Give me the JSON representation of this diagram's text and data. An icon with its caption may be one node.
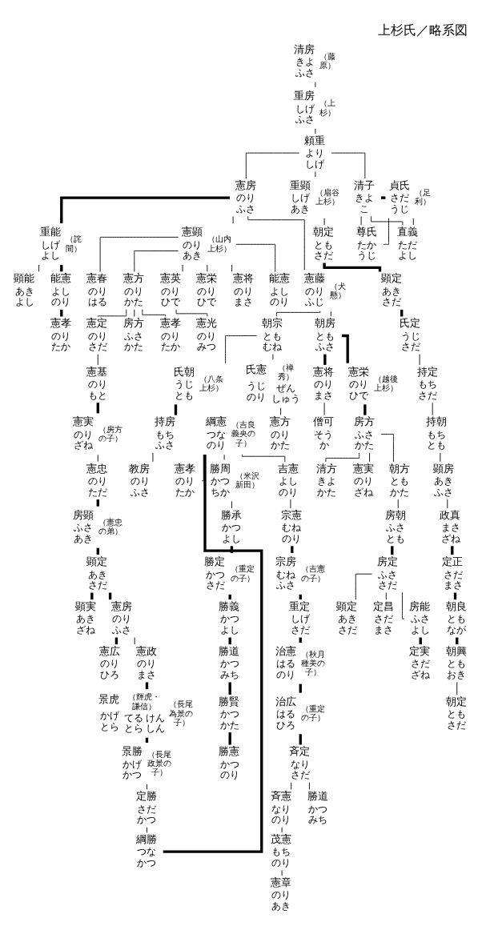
{
  "diagram": {
    "title": "上杉氏／略系図",
    "nodes": [
      {
        "text": [
          "清房",
          "きよふさ"
        ],
        "beside": [
          "（藤原）"
        ]
      },
      {
        "text": [
          "重房",
          "しげふさ"
        ],
        "beside": [
          "（上杉）"
        ]
      },
      {
        "text": [
          "頼重",
          "よりしげ"
        ]
      },
      {
        "text": [
          "重顕",
          "しげあき"
        ],
        "beside": [
          "（扇谷上杉）"
        ]
      },
      {
        "text": [
          "朝定",
          "ともさだ"
        ]
      },
      {
        "text": [
          "顕定",
          "あきさだ"
        ]
      },
      {
        "text": [
          "氏定",
          "うじさだ"
        ]
      },
      {
        "text": [
          "持定",
          "もちさだ"
        ]
      },
      {
        "text": [
          "持朝",
          "もちとも"
        ]
      },
      {
        "text": [
          "顕房",
          "あきふさ"
        ]
      },
      {
        "text": [
          "政真",
          "まさざね"
        ]
      },
      {
        "text": [
          "定正",
          "さだまさ"
        ]
      },
      {
        "text": [
          "朝良",
          "ともなが"
        ]
      },
      {
        "text": [
          "朝興",
          "ともおき"
        ]
      },
      {
        "text": [
          "朝定",
          "ともさだ"
        ]
      },
      {
        "text": [
          "憲房",
          "のりふさ"
        ]
      },
      {
        "text": [
          "憲顕",
          "のりあき"
        ],
        "beside": [
          "（山内上杉）"
        ]
      },
      {
        "text": [
          "憲将",
          "のりまさ"
        ]
      },
      {
        "text": [
          "能憲",
          "よしのり"
        ]
      },
      {
        "text": [
          "憲春",
          "のりはる"
        ]
      },
      {
        "text": [
          "憲方",
          "のりかた"
        ]
      },
      {
        "text": [
          "憲英",
          "のりひで"
        ]
      },
      {
        "text": [
          "憲栄",
          "のりひで"
        ]
      },
      {
        "text": [
          "憲光",
          "のりみつ"
        ]
      },
      {
        "text": [
          "憲定",
          "のりさだ"
        ]
      },
      {
        "text": [
          "房方",
          "ふさかた"
        ]
      },
      {
        "text": [
          "憲孝",
          "のりたか"
        ]
      },
      {
        "text": [
          "憲基",
          "のりもと"
        ]
      },
      {
        "text": [
          "憲実",
          "のりざね"
        ],
        "beside": [
          "（房方の子）"
        ]
      },
      {
        "text": [
          "憲忠",
          "のりただ"
        ]
      },
      {
        "text": [
          "房顕",
          "ふさあき"
        ],
        "beside": [
          "（憲忠の弟）"
        ]
      },
      {
        "text": [
          "顕定",
          "あきさだ"
        ]
      },
      {
        "text": [
          "憲房",
          "のりふさ"
        ]
      },
      {
        "text": [
          "顕実",
          "あきざね"
        ]
      },
      {
        "text": [
          "憲政",
          "のりまさ"
        ]
      },
      {
        "text": [
          "憲広",
          "のりひろ"
        ]
      },
      {
        "text": [
          "景虎",
          "かげとら",
          "（輝虎・謙信）",
          "てるとら",
          "けんしん"
        ],
        "beside": [
          "（長尾為景の子）"
        ]
      },
      {
        "text": [
          "景勝",
          "かげかつ"
        ],
        "beside": [
          "（長尾政景の子）"
        ]
      },
      {
        "text": [
          "定勝",
          "さだかつ"
        ]
      },
      {
        "text": [
          "綱勝",
          "つなかつ"
        ]
      },
      {
        "text": [
          "綱憲",
          "つなのり"
        ],
        "beside": [
          "（吉良義央の子）"
        ]
      },
      {
        "text": [
          "吉憲",
          "よしのり"
        ]
      },
      {
        "text": [
          "憲孝",
          "のりたか"
        ]
      },
      {
        "text": [
          "勝周",
          "かつちか"
        ],
        "beside": [
          "（米沢新田）"
        ]
      },
      {
        "text": [
          "宗憲",
          "むねのり"
        ]
      },
      {
        "text": [
          "宗房",
          "むねふさ"
        ],
        "beside": [
          "（吉憲の子）"
        ]
      },
      {
        "text": [
          "重定",
          "しげさだ"
        ]
      },
      {
        "text": [
          "治憲",
          "はるのり"
        ],
        "beside": [
          "（秋月種美の子）"
        ]
      },
      {
        "text": [
          "治広",
          "はるひろ"
        ],
        "beside": [
          "（重定の子）"
        ]
      },
      {
        "text": [
          "斉定",
          "なりさだ"
        ]
      },
      {
        "text": [
          "斉憲",
          "なりのり"
        ]
      },
      {
        "text": [
          "勝道",
          "かつみち"
        ]
      },
      {
        "text": [
          "茂憲",
          "もちのり"
        ]
      },
      {
        "text": [
          "憲章",
          "のりあき"
        ]
      },
      {
        "text": [
          "勝承",
          "かつよし"
        ]
      },
      {
        "text": [
          "勝定",
          "かつさだ"
        ],
        "beside": [
          "（重定の子）"
        ]
      },
      {
        "text": [
          "勝義",
          "かつよし"
        ]
      },
      {
        "text": [
          "勝道",
          "かつみち"
        ]
      },
      {
        "text": [
          "勝賢",
          "かつかた"
        ]
      },
      {
        "text": [
          "勝憲",
          "かつのり"
        ]
      },
      {
        "text": [
          "憲藤",
          "のりふじ"
        ],
        "beside": [
          "（犬懸）"
        ]
      },
      {
        "text": [
          "朝房",
          "ともふさ"
        ]
      },
      {
        "text": [
          "朝宗",
          "ともむね"
        ]
      },
      {
        "text": [
          "憲将",
          "のりまさ"
        ]
      },
      {
        "text": [
          "憲栄",
          "のりひで"
        ],
        "beside": [
          "（越後上杉）"
        ]
      },
      {
        "text": [
          "僧可",
          "そうか"
        ]
      },
      {
        "text": [
          "房方",
          "ふさかた"
        ]
      },
      {
        "text": [
          "清方",
          "きよかた"
        ]
      },
      {
        "text": [
          "憲実",
          "のりざね"
        ]
      },
      {
        "text": [
          "朝方",
          "ともかた"
        ]
      },
      {
        "text": [
          "房朝",
          "ふさとも"
        ]
      },
      {
        "text": [
          "房定",
          "ふささだ"
        ]
      },
      {
        "text": [
          "房能",
          "ふさよし"
        ]
      },
      {
        "text": [
          "顕定",
          "あきさだ"
        ]
      },
      {
        "text": [
          "定昌",
          "さだまさ"
        ]
      },
      {
        "text": [
          "定実",
          "さだざね"
        ]
      },
      {
        "text": [
          "氏朝",
          "うじとも"
        ],
        "beside": [
          "（八条上杉）"
        ]
      },
      {
        "text": [
          "氏憲",
          "うじのり",
          "（禅秀）",
          "ぜんしゅう"
        ]
      },
      {
        "text": [
          "持房",
          "もちふさ"
        ]
      },
      {
        "text": [
          "教房",
          "のりふさ"
        ]
      },
      {
        "text": [
          "憲方",
          "のりかた"
        ]
      },
      {
        "text": [
          "重能",
          "しげよし"
        ],
        "beside": [
          "（詫間）"
        ]
      },
      {
        "text": [
          "顕能",
          "あきよし"
        ]
      },
      {
        "text": [
          "能憲",
          "よしのり"
        ]
      },
      {
        "text": [
          "憲孝",
          "のりたか"
        ]
      },
      {
        "text": [
          "清子",
          "きよこ"
        ]
      },
      {
        "text": [
          "貞氏",
          "さだうじ"
        ],
        "beside": [
          "（足利）"
        ]
      },
      {
        "text": [
          "尊氏",
          "たかうじ"
        ]
      },
      {
        "text": [
          "直義",
          "ただよし"
        ]
      }
    ],
    "edges": [
      {
        "from": 0,
        "to": 1,
        "arrow": "none"
      },
      {
        "from": 1,
        "to": 2,
        "arrow": "none"
      },
      {
        "from": 2,
        "to": 3,
        "arrow": "none"
      },
      {
        "from": 2,
        "to": 15,
        "arrow": "none"
      },
      {
        "from": 2,
        "to": 85,
        "arrow": "none"
      },
      {
        "from": 3,
        "to": 4,
        "arrow": "none"
      },
      {
        "from": 4,
        "to": 5,
        "arrow": "none",
        "style": "thick"
      },
      {
        "from": 5,
        "to": 6,
        "arrow": "none",
        "style": "thick"
      },
      {
        "from": 6,
        "to": 7,
        "arrow": "none"
      },
      {
        "from": 7,
        "to": 8,
        "arrow": "none"
      },
      {
        "from": 8,
        "to": 9,
        "arrow": "none"
      },
      {
        "from": 9,
        "to": 10,
        "arrow": "none"
      },
      {
        "from": 10,
        "to": 11,
        "arrow": "none",
        "style": "thick"
      },
      {
        "from": 11,
        "to": 12,
        "arrow": "none",
        "style": "thick"
      },
      {
        "from": 12,
        "to": 13,
        "arrow": "none",
        "style": "thick"
      },
      {
        "from": 13,
        "to": 14,
        "arrow": "none"
      },
      {
        "from": 15,
        "to": 16,
        "arrow": "none"
      },
      {
        "from": 15,
        "to": 60,
        "arrow": "none"
      },
      {
        "from": 15,
        "to": 81,
        "arrow": "none",
        "style": "thick"
      },
      {
        "from": 16,
        "to": 17,
        "arrow": "none"
      },
      {
        "from": 16,
        "to": 18,
        "arrow": "none"
      },
      {
        "from": 16,
        "to": 19,
        "arrow": "none"
      },
      {
        "from": 16,
        "to": 20,
        "arrow": "none"
      },
      {
        "from": 16,
        "to": 21,
        "arrow": "none"
      },
      {
        "from": 16,
        "to": 22,
        "arrow": "none"
      },
      {
        "from": 21,
        "to": 23,
        "arrow": "none"
      },
      {
        "from": 20,
        "to": 24,
        "arrow": "none"
      },
      {
        "from": 20,
        "to": 25,
        "arrow": "none"
      },
      {
        "from": 20,
        "to": 26,
        "arrow": "none"
      },
      {
        "from": 24,
        "to": 27,
        "arrow": "none"
      },
      {
        "from": 27,
        "to": 28,
        "arrow": "none",
        "style": "thick"
      },
      {
        "from": 28,
        "to": 29,
        "arrow": "none"
      },
      {
        "from": 29,
        "to": 30,
        "arrow": "none",
        "style": "thick"
      },
      {
        "from": 30,
        "to": 31,
        "arrow": "none",
        "style": "thick"
      },
      {
        "from": 31,
        "to": 32,
        "arrow": "none",
        "style": "thick"
      },
      {
        "from": 31,
        "to": 33,
        "arrow": "none",
        "style": "thick"
      },
      {
        "from": 32,
        "to": 34,
        "arrow": "none"
      },
      {
        "from": 32,
        "to": 35,
        "arrow": "none",
        "style": "thick"
      },
      {
        "from": 34,
        "to": 36,
        "arrow": "none",
        "style": "thick"
      },
      {
        "from": 36,
        "to": 37,
        "arrow": "none",
        "style": "thick"
      },
      {
        "from": 37,
        "to": 38,
        "arrow": "none"
      },
      {
        "from": 38,
        "to": 39,
        "arrow": "none"
      },
      {
        "from": 39,
        "to": 40,
        "arrow": "none",
        "style": "thick"
      },
      {
        "from": 40,
        "to": 41,
        "arrow": "none"
      },
      {
        "from": 40,
        "to": 42,
        "arrow": "none"
      },
      {
        "from": 40,
        "to": 43,
        "arrow": "none"
      },
      {
        "from": 41,
        "to": 44,
        "arrow": "none"
      },
      {
        "from": 44,
        "to": 45,
        "arrow": "none",
        "style": "thick"
      },
      {
        "from": 45,
        "to": 46,
        "arrow": "none",
        "style": "thick"
      },
      {
        "from": 46,
        "to": 47,
        "arrow": "none",
        "style": "thick"
      },
      {
        "from": 47,
        "to": 48,
        "arrow": "none",
        "style": "thick"
      },
      {
        "from": 48,
        "to": 49,
        "arrow": "none",
        "style": "thick"
      },
      {
        "from": 49,
        "to": 50,
        "arrow": "none"
      },
      {
        "from": 49,
        "to": 51,
        "arrow": "none"
      },
      {
        "from": 50,
        "to": 52,
        "arrow": "none"
      },
      {
        "from": 52,
        "to": 53,
        "arrow": "none"
      },
      {
        "from": 43,
        "to": 54,
        "arrow": "none"
      },
      {
        "from": 54,
        "to": 55,
        "arrow": "none",
        "style": "thick"
      },
      {
        "from": 55,
        "to": 56,
        "arrow": "none",
        "style": "thick"
      },
      {
        "from": 56,
        "to": 57,
        "arrow": "none",
        "style": "thick"
      },
      {
        "from": 57,
        "to": 58,
        "arrow": "none",
        "style": "thick"
      },
      {
        "from": 58,
        "to": 59,
        "arrow": "none",
        "style": "thick"
      },
      {
        "from": 60,
        "to": 61,
        "arrow": "none"
      },
      {
        "from": 60,
        "to": 62,
        "arrow": "none"
      },
      {
        "from": 61,
        "to": 63,
        "arrow": "none",
        "style": "thick"
      },
      {
        "from": 61,
        "to": 64,
        "arrow": "none",
        "style": "thick"
      },
      {
        "from": 63,
        "to": 65,
        "arrow": "none"
      },
      {
        "from": 64,
        "to": 66,
        "arrow": "none",
        "style": "thick"
      },
      {
        "from": 66,
        "to": 67,
        "arrow": "none"
      },
      {
        "from": 66,
        "to": 68,
        "arrow": "none"
      },
      {
        "from": 66,
        "to": 69,
        "arrow": "none"
      },
      {
        "from": 69,
        "to": 70,
        "arrow": "none"
      },
      {
        "from": 70,
        "to": 71,
        "arrow": "none",
        "style": "thick"
      },
      {
        "from": 71,
        "to": 72,
        "arrow": "none"
      },
      {
        "from": 71,
        "to": 73,
        "arrow": "none"
      },
      {
        "from": 71,
        "to": 74,
        "arrow": "none"
      },
      {
        "from": 72,
        "to": 75,
        "arrow": "none",
        "style": "thick"
      },
      {
        "from": 62,
        "to": 76,
        "arrow": "none"
      },
      {
        "from": 62,
        "to": 77,
        "arrow": "none"
      },
      {
        "from": 76,
        "to": 78,
        "arrow": "none",
        "style": "thick"
      },
      {
        "from": 78,
        "to": 79,
        "arrow": "none"
      },
      {
        "from": 77,
        "to": 80,
        "arrow": "none"
      },
      {
        "from": 81,
        "to": 82,
        "arrow": "none"
      },
      {
        "from": 81,
        "to": 83,
        "arrow": "none",
        "style": "thick"
      },
      {
        "from": 83,
        "to": 84,
        "arrow": "none",
        "style": "thick"
      },
      {
        "from": 85,
        "to": 86,
        "arrow": "none",
        "style": "thick"
      },
      {
        "from": 85,
        "to": 87,
        "arrow": "none"
      },
      {
        "from": 85,
        "to": 88,
        "arrow": "none"
      },
      {
        "from": 86,
        "to": 87,
        "arrow": "none"
      },
      {
        "from": 86,
        "to": 88,
        "arrow": "none"
      }
    ]
  }
}
